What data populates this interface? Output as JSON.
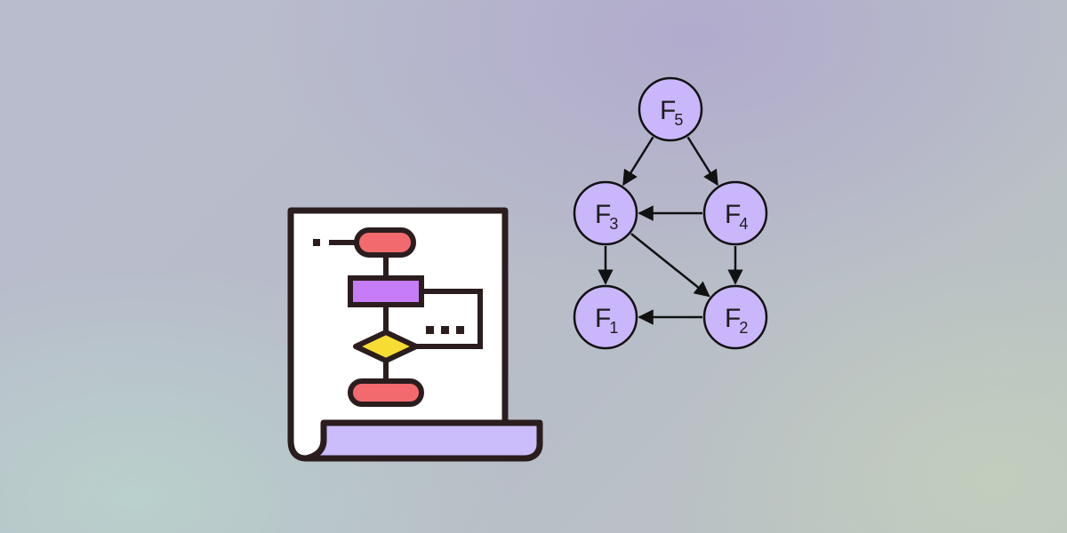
{
  "colors": {
    "node_fill": "#c9b6fb",
    "stroke": "#2b1d1e",
    "paper": "#ffffff",
    "paper_fold": "#cbbcfb",
    "terminal": "#f26a6e",
    "process": "#c57cf6",
    "decision": "#f7dc34"
  },
  "icons": {
    "document": "flowchart-document-icon"
  },
  "graph": {
    "nodes": [
      {
        "id": "F5",
        "letter": "F",
        "sub": "5"
      },
      {
        "id": "F3",
        "letter": "F",
        "sub": "3"
      },
      {
        "id": "F4",
        "letter": "F",
        "sub": "4"
      },
      {
        "id": "F1",
        "letter": "F",
        "sub": "1"
      },
      {
        "id": "F2",
        "letter": "F",
        "sub": "2"
      }
    ],
    "edges": [
      {
        "from": "F5",
        "to": "F3"
      },
      {
        "from": "F5",
        "to": "F4"
      },
      {
        "from": "F4",
        "to": "F3"
      },
      {
        "from": "F3",
        "to": "F1"
      },
      {
        "from": "F3",
        "to": "F2"
      },
      {
        "from": "F4",
        "to": "F2"
      },
      {
        "from": "F2",
        "to": "F1"
      }
    ]
  }
}
